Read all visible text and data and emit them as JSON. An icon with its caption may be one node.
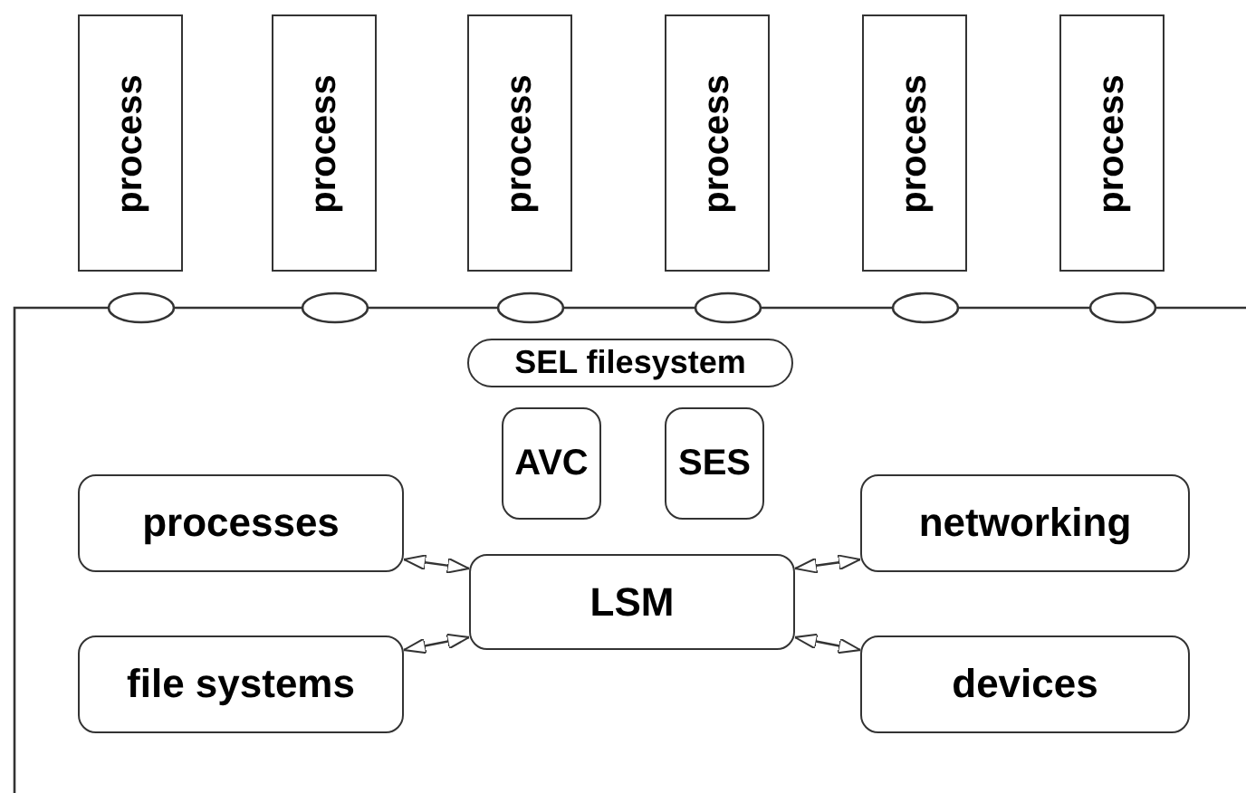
{
  "diagram": {
    "nodes": [
      {
        "text": [
          "process"
        ]
      },
      {
        "text": [
          "process"
        ]
      },
      {
        "text": [
          "process"
        ]
      },
      {
        "text": [
          "process"
        ]
      },
      {
        "text": [
          "process"
        ]
      },
      {
        "text": [
          "process"
        ]
      },
      {
        "text": [],
        "shape": "ellipse"
      },
      {
        "text": [],
        "shape": "ellipse"
      },
      {
        "text": [],
        "shape": "ellipse"
      },
      {
        "text": [],
        "shape": "ellipse"
      },
      {
        "text": [],
        "shape": "ellipse"
      },
      {
        "text": [],
        "shape": "ellipse"
      },
      {
        "text": [
          "SEL filesystem"
        ]
      },
      {
        "text": [
          "AVC"
        ]
      },
      {
        "text": [
          "SES"
        ]
      },
      {
        "text": [
          "processes"
        ]
      },
      {
        "text": [
          "networking"
        ]
      },
      {
        "text": [
          "LSM"
        ]
      },
      {
        "text": [
          "file systems"
        ]
      },
      {
        "text": [
          "devices"
        ]
      }
    ],
    "edges": [
      {
        "from": 17,
        "to": 15,
        "arrow": "both"
      },
      {
        "from": 17,
        "to": 16,
        "arrow": "both"
      },
      {
        "from": 17,
        "to": 18,
        "arrow": "both"
      },
      {
        "from": 17,
        "to": 19,
        "arrow": "both"
      }
    ]
  }
}
